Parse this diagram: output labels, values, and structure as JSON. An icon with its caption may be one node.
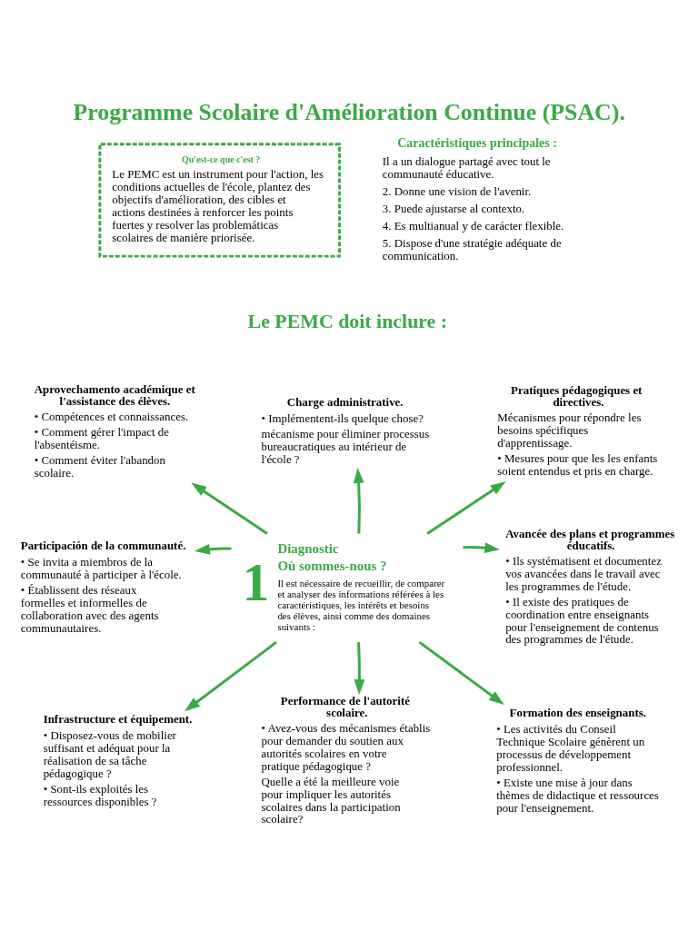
{
  "diagram": {
    "title": "Programme Scolaire d'Amélioration Continue (PSAC).",
    "nodes": [
      {
        "text": [
          "Qu'est-ce que c'est ?",
          "Le PEMC est un instrument pour l'action, les conditions actuelles de l'école, plantez des objectifs d'amélioration, des cibles et actions destinées à renforcer les points fuertes y resolver las problemáticas scolaires de manière priorisée."
        ]
      },
      {
        "text": [
          "Aprovechamento académique et l'assistance des élèves.",
          "• Compétences et connaissances.",
          "• Comment gérer l'impact de l'absentéisme.",
          "• Comment éviter l'abandon scolaire."
        ]
      },
      {
        "text": [
          "Charge administrative.",
          "• Implémentent-ils quelque chose?",
          "mécanisme pour éliminer processus bureaucratiques au intérieur de l'école ?"
        ]
      },
      {
        "text": [
          "Pratiques pédagogiques et directives.",
          "Mécanismes pour répondre les besoins spécifiques d'apprentissage.",
          "• Mesures pour que les les enfants soient entendus et pris en charge."
        ]
      },
      {
        "text": [
          "Participación de la communauté.",
          "• Se invita a miembros de la communauté à participer à l'école.",
          "• Établissent des réseaux formelles et informelles de collaboration avec des agents communautaires."
        ]
      },
      {
        "text": [
          "Diagnostic",
          "Où sommes-nous ?",
          "Il est nécessaire de recueillir, de comparer et analyser des informations référées à les caractéristiques, les intérêts et besoins des élèves, ainsi comme des domaines suivants :"
        ],
        "beside": [
          "1"
        ]
      },
      {
        "text": [
          "Avancée des plans et programmes éducatifs.",
          "• Ils systématisent et documentez vos avancées dans le travail avec les programmes de l'étude.",
          "• Il existe des pratiques de coordination entre enseignants pour l'enseignement de contenus des programmes de l'étude."
        ]
      },
      {
        "text": [
          "Infrastructure et équipement.",
          "• Disposez-vous de mobilier suffisant et adéquat pour la réalisation de sa tâche pédagogique ?",
          "• Sont-ils exploités les ressources disponibles ?"
        ]
      },
      {
        "text": [
          "Performance de l'autorité scolaire.",
          "• Avez-vous des mécanismes établis pour demander du soutien aux autorités scolaires en votre pratique pédagogique ?",
          "Quelle a été la meilleure voie pour impliquer les autorités scolaires dans la participation scolaire?"
        ]
      },
      {
        "text": [
          "Formation des enseignants.",
          "• Les activités du Conseil Technique Scolaire génèrent un processus de développement professionnel.",
          "• Existe une mise à jour dans thèmes de didactique et ressources pour l'enseignement."
        ]
      }
    ],
    "edges": [
      {
        "from": 5,
        "to": 1,
        "arrow": "to"
      },
      {
        "from": 5,
        "to": 2,
        "arrow": "to"
      },
      {
        "from": 5,
        "to": 3,
        "arrow": "to"
      },
      {
        "from": 5,
        "to": 4,
        "arrow": "to"
      },
      {
        "from": 5,
        "to": 6,
        "arrow": "to"
      },
      {
        "from": 5,
        "to": 7,
        "arrow": "to"
      },
      {
        "from": 5,
        "to": 8,
        "arrow": "to"
      },
      {
        "from": 5,
        "to": 9,
        "arrow": "to"
      }
    ],
    "labels": [
      "Caractéristiques principales :",
      "Il a un dialogue partagé avec tout le communauté éducative.",
      "2. Donne une vision de l'avenir.",
      "3. Puede ajustarse al contexto.",
      "4. Es multianual y de carácter flexible.",
      "5. Dispose d'une stratégie adéquate de communication.",
      "Le PEMC doit inclure :"
    ]
  }
}
